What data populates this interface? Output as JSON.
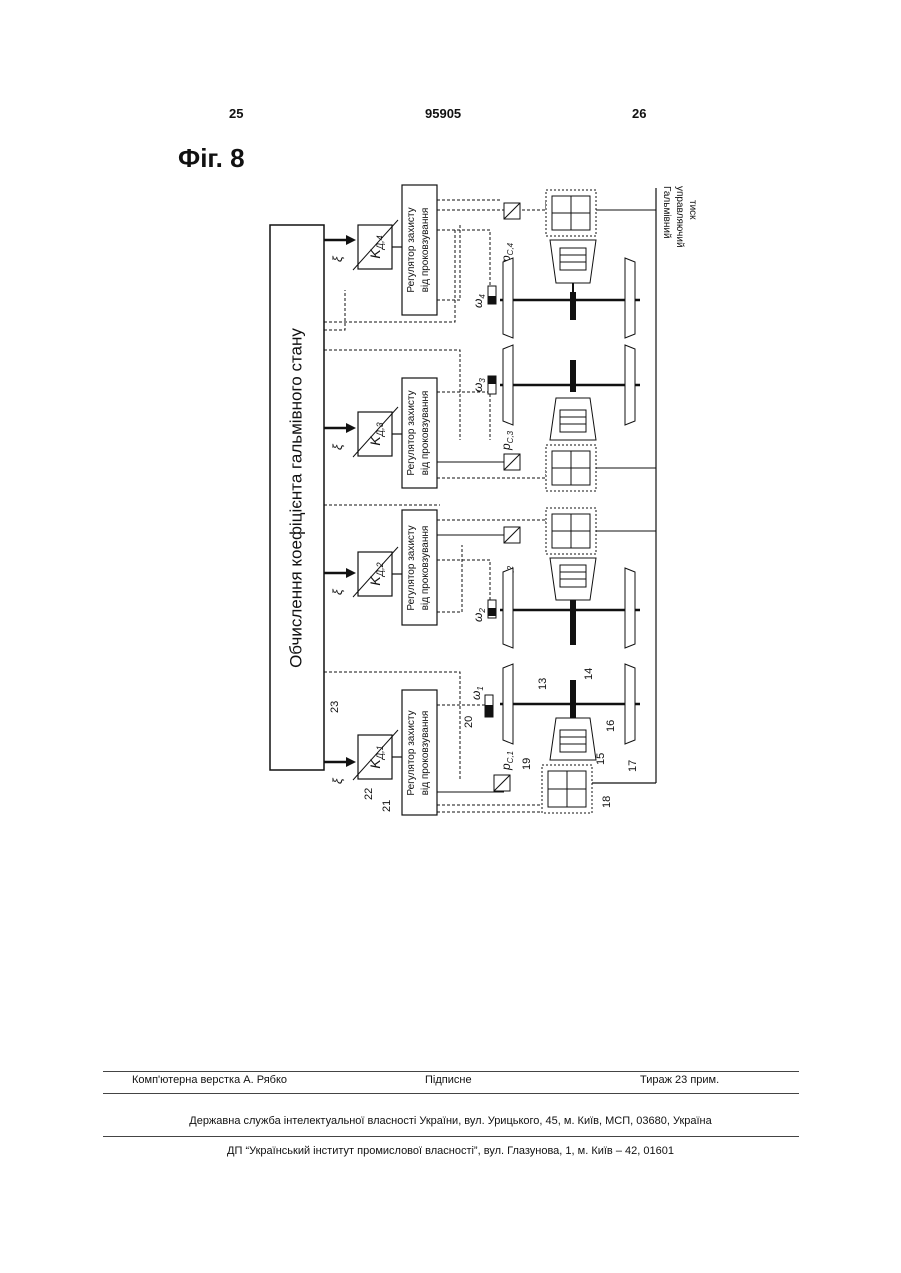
{
  "header": {
    "page_left": "25",
    "patent_number": "95905",
    "page_right": "26"
  },
  "figure": {
    "title": "Фіг. 8",
    "main_block_label": "Обчислення коефіцієнта гальмівного стану",
    "controller_label_line1": "Регулятор захисту",
    "controller_label_line2": "від проковзування",
    "gain_labels": [
      "K",
      "K",
      "K",
      "K"
    ],
    "gain_subs": [
      "Д,1",
      "Д,2",
      "Д,3",
      "Д,4"
    ],
    "xi_symbol": "ξ",
    "speed_labels": [
      "ω",
      "ω",
      "ω",
      "ω"
    ],
    "speed_subs": [
      "1",
      "2",
      "3",
      "4"
    ],
    "pressure_labels": [
      "p",
      "p",
      "p",
      "p"
    ],
    "pressure_subs": [
      "C,1",
      "C,2",
      "C,3",
      "C,4"
    ],
    "brake_pressure_line1": "Гальмівний",
    "brake_pressure_line2": "управляючий",
    "brake_pressure_line3": "тиск",
    "ref_numbers": {
      "n13": "13",
      "n14": "14",
      "n15": "15",
      "n16": "16",
      "n17": "17",
      "n18": "18",
      "n19": "19",
      "n20": "20",
      "n21": "21",
      "n22": "22",
      "n23": "23"
    }
  },
  "footer": {
    "compiler": "Комп'ютерна верстка А. Рябко",
    "signed": "Підписне",
    "circulation": "Тираж 23 прим.",
    "agency": "Державна служба інтелектуальної власності України, вул. Урицького, 45, м. Київ, МСП, 03680, Україна",
    "institute": "ДП “Український інститут промислової власності”, вул. Глазунова, 1, м. Київ – 42, 01601"
  }
}
